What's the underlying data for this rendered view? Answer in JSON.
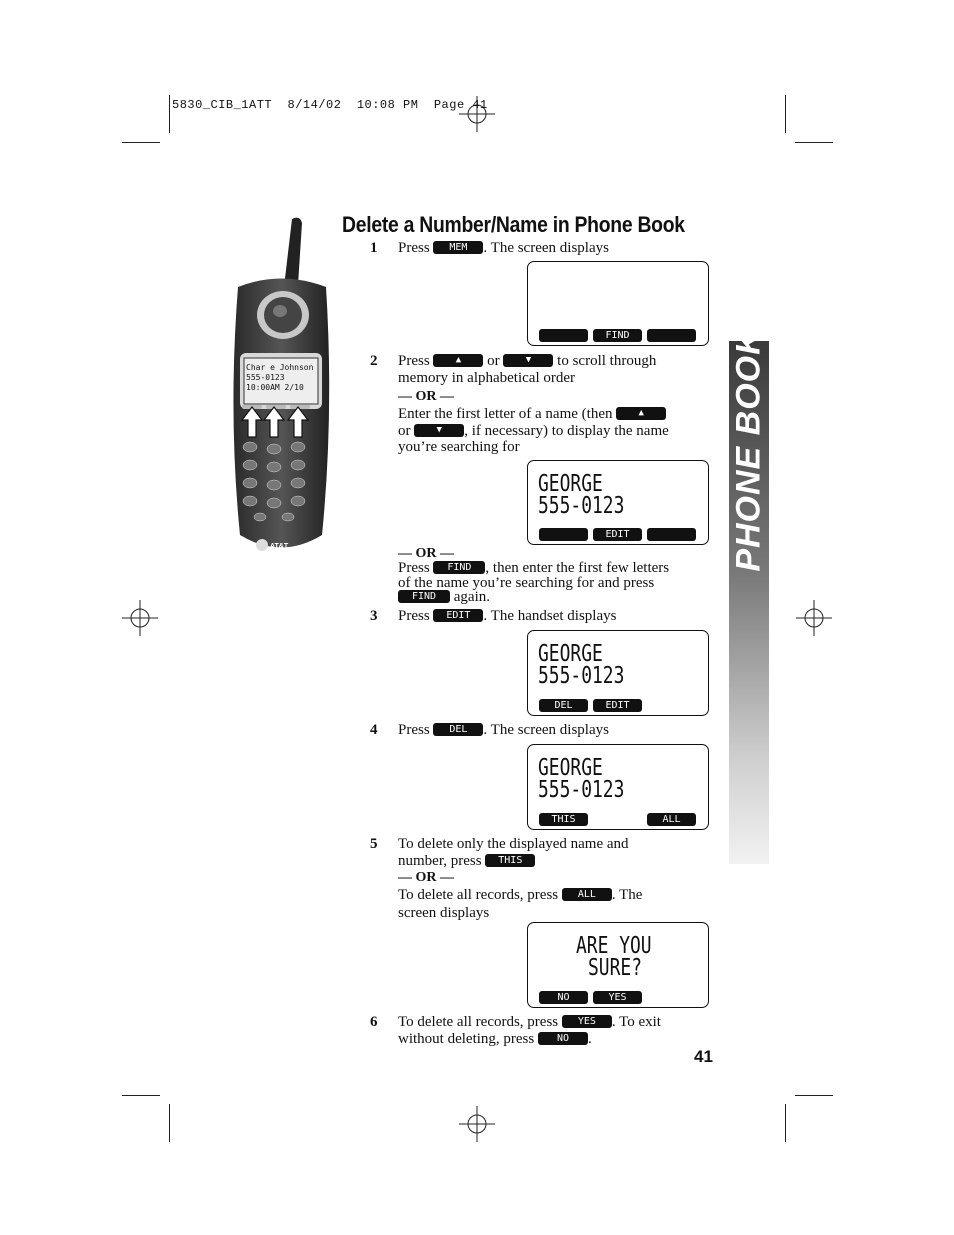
{
  "slug": "5830_CIB_1ATT  8/14/02  10:08 PM  Page 41",
  "heading": "Delete a Number/Name in Phone Book",
  "side_tab": "PHONE BOOK",
  "page_number": "41",
  "phone": {
    "display_lines": [
      "Char  e Johnson",
      "555-0123",
      "10:00AM 2/10"
    ],
    "brand": "AT&T"
  },
  "keys": {
    "mem": "MEM",
    "find": "FIND",
    "edit": "EDIT",
    "del": "DEL",
    "this": "THIS",
    "all": "ALL",
    "yes": "YES",
    "no": "NO",
    "up": "▲",
    "down": "▼"
  },
  "or_label": "— OR —",
  "steps": {
    "s1": {
      "num": "1",
      "pre": "Press",
      "post": ". The screen displays"
    },
    "s2": {
      "num": "2",
      "line1_pre": "Press",
      "line1_mid": "or",
      "line1_post": "to scroll through",
      "line2": "memory in alphabetical order",
      "line3_pre": "Enter the first letter of a name (then",
      "line4_pre": "or",
      "line4_post": ", if necessary) to display the name",
      "line5": "you’re searching for"
    },
    "s2b": {
      "line1_pre": "Press",
      "line1_post": ", then enter the first few letters",
      "line2": "of the name you’re searching for and press",
      "line3_post": "again."
    },
    "s3": {
      "num": "3",
      "pre": "Press",
      "post": ". The handset displays"
    },
    "s4": {
      "num": "4",
      "pre": "Press",
      "post": ". The screen displays"
    },
    "s5": {
      "num": "5",
      "line1": "To delete only the displayed name and",
      "line2_pre": "number, press",
      "line3_pre": "To delete all records, press",
      "line3_post": ". The",
      "line4": "screen displays"
    },
    "s6": {
      "num": "6",
      "line1_pre": "To delete all records, press",
      "line1_post": ". To exit",
      "line2_pre": "without deleting, press",
      "line2_post": "."
    }
  },
  "screens": {
    "find": {
      "softkeys": [
        "",
        "FIND",
        ""
      ]
    },
    "edit": {
      "lines": [
        "GEORGE",
        "555-0123"
      ],
      "softkeys": [
        "",
        "EDIT",
        ""
      ]
    },
    "del_edit": {
      "lines": [
        "GEORGE",
        "555-0123"
      ],
      "softkeys": [
        "DEL",
        "EDIT"
      ]
    },
    "this_all": {
      "lines": [
        "GEORGE",
        "555-0123"
      ],
      "softkeys": [
        "THIS",
        "ALL"
      ]
    },
    "confirm": {
      "lines": [
        "ARE YOU",
        "SURE?"
      ],
      "softkeys": [
        "NO",
        "YES"
      ]
    }
  }
}
